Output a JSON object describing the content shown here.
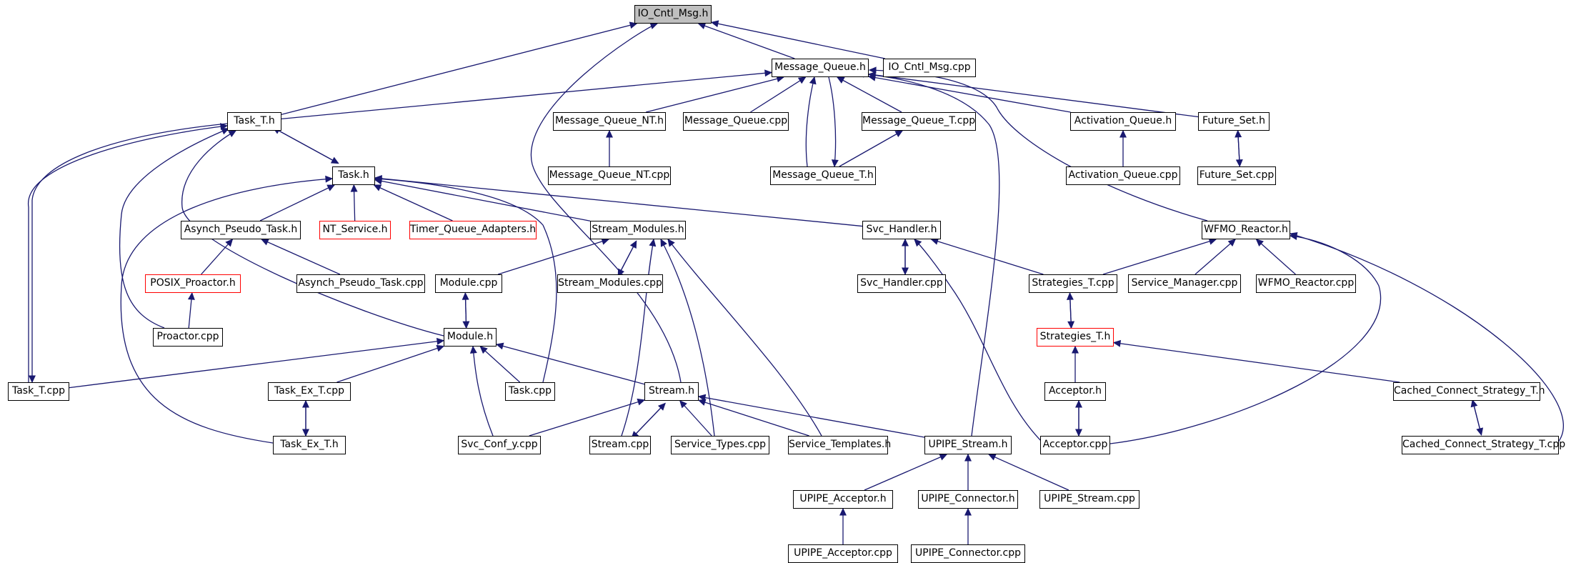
{
  "graph": {
    "nodes": [
      {
        "id": "io_cntl_msg_h",
        "label": "IO_Cntl_Msg.h",
        "kind": "focus"
      },
      {
        "id": "io_cntl_msg_cpp",
        "label": "IO_Cntl_Msg.cpp"
      },
      {
        "id": "message_queue_h",
        "label": "Message_Queue.h"
      },
      {
        "id": "task_t_h",
        "label": "Task_T.h"
      },
      {
        "id": "message_queue_nt_h",
        "label": "Message_Queue_NT.h"
      },
      {
        "id": "message_queue_cpp",
        "label": "Message_Queue.cpp"
      },
      {
        "id": "message_queue_t_cpp",
        "label": "Message_Queue_T.cpp"
      },
      {
        "id": "activation_queue_h",
        "label": "Activation_Queue.h"
      },
      {
        "id": "future_set_h",
        "label": "Future_Set.h"
      },
      {
        "id": "task_h",
        "label": "Task.h"
      },
      {
        "id": "message_queue_nt_cpp",
        "label": "Message_Queue_NT.cpp"
      },
      {
        "id": "message_queue_t_h",
        "label": "Message_Queue_T.h"
      },
      {
        "id": "activation_queue_cpp",
        "label": "Activation_Queue.cpp"
      },
      {
        "id": "future_set_cpp",
        "label": "Future_Set.cpp"
      },
      {
        "id": "asynch_pseudo_task_h",
        "label": "Asynch_Pseudo_Task.h"
      },
      {
        "id": "nt_service_h",
        "label": "NT_Service.h",
        "kind": "truncated"
      },
      {
        "id": "timer_queue_adapters_h",
        "label": "Timer_Queue_Adapters.h",
        "kind": "truncated"
      },
      {
        "id": "stream_modules_h",
        "label": "Stream_Modules.h"
      },
      {
        "id": "svc_handler_h",
        "label": "Svc_Handler.h"
      },
      {
        "id": "wfmo_reactor_h",
        "label": "WFMO_Reactor.h"
      },
      {
        "id": "posix_proactor_h",
        "label": "POSIX_Proactor.h",
        "kind": "truncated"
      },
      {
        "id": "asynch_pseudo_task_cpp",
        "label": "Asynch_Pseudo_Task.cpp"
      },
      {
        "id": "module_cpp",
        "label": "Module.cpp"
      },
      {
        "id": "stream_modules_cpp",
        "label": "Stream_Modules.cpp"
      },
      {
        "id": "svc_handler_cpp",
        "label": "Svc_Handler.cpp"
      },
      {
        "id": "strategies_t_cpp",
        "label": "Strategies_T.cpp"
      },
      {
        "id": "service_manager_cpp",
        "label": "Service_Manager.cpp"
      },
      {
        "id": "wfmo_reactor_cpp",
        "label": "WFMO_Reactor.cpp"
      },
      {
        "id": "proactor_cpp",
        "label": "Proactor.cpp"
      },
      {
        "id": "module_h",
        "label": "Module.h"
      },
      {
        "id": "strategies_t_h",
        "label": "Strategies_T.h",
        "kind": "truncated"
      },
      {
        "id": "task_t_cpp",
        "label": "Task_T.cpp"
      },
      {
        "id": "task_ex_t_cpp",
        "label": "Task_Ex_T.cpp"
      },
      {
        "id": "task_cpp",
        "label": "Task.cpp"
      },
      {
        "id": "stream_h",
        "label": "Stream.h"
      },
      {
        "id": "acceptor_h",
        "label": "Acceptor.h"
      },
      {
        "id": "cached_connect_strategy_t_h",
        "label": "Cached_Connect_Strategy_T.h"
      },
      {
        "id": "task_ex_t_h",
        "label": "Task_Ex_T.h"
      },
      {
        "id": "svc_conf_y_cpp",
        "label": "Svc_Conf_y.cpp"
      },
      {
        "id": "stream_cpp",
        "label": "Stream.cpp"
      },
      {
        "id": "service_types_cpp",
        "label": "Service_Types.cpp"
      },
      {
        "id": "service_templates_h",
        "label": "Service_Templates.h"
      },
      {
        "id": "upipe_stream_h",
        "label": "UPIPE_Stream.h"
      },
      {
        "id": "acceptor_cpp",
        "label": "Acceptor.cpp"
      },
      {
        "id": "cached_connect_strategy_t_cpp",
        "label": "Cached_Connect_Strategy_T.cpp"
      },
      {
        "id": "upipe_acceptor_h",
        "label": "UPIPE_Acceptor.h"
      },
      {
        "id": "upipe_connector_h",
        "label": "UPIPE_Connector.h"
      },
      {
        "id": "upipe_stream_cpp",
        "label": "UPIPE_Stream.cpp"
      },
      {
        "id": "upipe_acceptor_cpp",
        "label": "UPIPE_Acceptor.cpp"
      },
      {
        "id": "upipe_connector_cpp",
        "label": "UPIPE_Connector.cpp"
      }
    ],
    "edges": [
      {
        "from": "io_cntl_msg_cpp",
        "to": "io_cntl_msg_h"
      },
      {
        "from": "message_queue_h",
        "to": "io_cntl_msg_h"
      },
      {
        "from": "task_t_h",
        "to": "io_cntl_msg_h"
      },
      {
        "from": "stream_h",
        "to": "io_cntl_msg_h"
      },
      {
        "from": "task_t_h",
        "to": "message_queue_h"
      },
      {
        "from": "message_queue_nt_h",
        "to": "message_queue_h"
      },
      {
        "from": "message_queue_cpp",
        "to": "message_queue_h"
      },
      {
        "from": "message_queue_t_h",
        "to": "message_queue_h"
      },
      {
        "from": "message_queue_h",
        "to": "message_queue_t_h"
      },
      {
        "from": "message_queue_t_cpp",
        "to": "message_queue_h"
      },
      {
        "from": "activation_queue_h",
        "to": "message_queue_h"
      },
      {
        "from": "future_set_h",
        "to": "message_queue_h"
      },
      {
        "from": "wfmo_reactor_h",
        "to": "message_queue_h"
      },
      {
        "from": "upipe_stream_h",
        "to": "message_queue_h"
      },
      {
        "from": "message_queue_nt_cpp",
        "to": "message_queue_nt_h"
      },
      {
        "from": "message_queue_t_h",
        "to": "message_queue_t_cpp"
      },
      {
        "from": "activation_queue_cpp",
        "to": "activation_queue_h"
      },
      {
        "from": "future_set_cpp",
        "to": "future_set_h"
      },
      {
        "from": "future_set_h",
        "to": "future_set_cpp"
      },
      {
        "from": "task_h",
        "to": "task_t_h"
      },
      {
        "from": "task_t_h",
        "to": "task_h"
      },
      {
        "from": "task_t_cpp",
        "to": "task_t_h"
      },
      {
        "from": "task_t_h",
        "to": "task_t_cpp"
      },
      {
        "from": "module_h",
        "to": "task_t_h"
      },
      {
        "from": "proactor_cpp",
        "to": "task_t_h"
      },
      {
        "from": "asynch_pseudo_task_h",
        "to": "task_h"
      },
      {
        "from": "nt_service_h",
        "to": "task_h"
      },
      {
        "from": "timer_queue_adapters_h",
        "to": "task_h"
      },
      {
        "from": "stream_modules_h",
        "to": "task_h"
      },
      {
        "from": "svc_handler_h",
        "to": "task_h"
      },
      {
        "from": "task_ex_t_h",
        "to": "task_h"
      },
      {
        "from": "task_cpp",
        "to": "task_h"
      },
      {
        "from": "posix_proactor_h",
        "to": "asynch_pseudo_task_h"
      },
      {
        "from": "asynch_pseudo_task_cpp",
        "to": "asynch_pseudo_task_h"
      },
      {
        "from": "proactor_cpp",
        "to": "posix_proactor_h"
      },
      {
        "from": "module_cpp",
        "to": "stream_modules_h"
      },
      {
        "from": "stream_modules_cpp",
        "to": "stream_modules_h"
      },
      {
        "from": "stream_modules_h",
        "to": "stream_modules_cpp"
      },
      {
        "from": "stream_cpp",
        "to": "stream_modules_h"
      },
      {
        "from": "service_types_cpp",
        "to": "stream_modules_h"
      },
      {
        "from": "service_templates_h",
        "to": "stream_modules_h"
      },
      {
        "from": "svc_handler_cpp",
        "to": "svc_handler_h"
      },
      {
        "from": "svc_handler_h",
        "to": "svc_handler_cpp"
      },
      {
        "from": "strategies_t_cpp",
        "to": "svc_handler_h"
      },
      {
        "from": "acceptor_cpp",
        "to": "svc_handler_h"
      },
      {
        "from": "strategies_t_cpp",
        "to": "wfmo_reactor_h"
      },
      {
        "from": "service_manager_cpp",
        "to": "wfmo_reactor_h"
      },
      {
        "from": "wfmo_reactor_cpp",
        "to": "wfmo_reactor_h"
      },
      {
        "from": "acceptor_cpp",
        "to": "wfmo_reactor_h"
      },
      {
        "from": "cached_connect_strategy_t_cpp",
        "to": "wfmo_reactor_h"
      },
      {
        "from": "strategies_t_h",
        "to": "strategies_t_cpp"
      },
      {
        "from": "strategies_t_cpp",
        "to": "strategies_t_h"
      },
      {
        "from": "module_h",
        "to": "module_cpp"
      },
      {
        "from": "module_cpp",
        "to": "module_h"
      },
      {
        "from": "task_t_cpp",
        "to": "module_h"
      },
      {
        "from": "task_ex_t_cpp",
        "to": "module_h"
      },
      {
        "from": "task_cpp",
        "to": "module_h"
      },
      {
        "from": "stream_h",
        "to": "module_h"
      },
      {
        "from": "svc_conf_y_cpp",
        "to": "module_h"
      },
      {
        "from": "acceptor_h",
        "to": "strategies_t_h"
      },
      {
        "from": "cached_connect_strategy_t_h",
        "to": "strategies_t_h"
      },
      {
        "from": "task_ex_t_h",
        "to": "task_ex_t_cpp"
      },
      {
        "from": "task_ex_t_cpp",
        "to": "task_ex_t_h"
      },
      {
        "from": "svc_conf_y_cpp",
        "to": "stream_h"
      },
      {
        "from": "stream_cpp",
        "to": "stream_h"
      },
      {
        "from": "stream_h",
        "to": "stream_cpp"
      },
      {
        "from": "service_types_cpp",
        "to": "stream_h"
      },
      {
        "from": "service_templates_h",
        "to": "stream_h"
      },
      {
        "from": "upipe_stream_h",
        "to": "stream_h"
      },
      {
        "from": "acceptor_cpp",
        "to": "acceptor_h"
      },
      {
        "from": "acceptor_h",
        "to": "acceptor_cpp"
      },
      {
        "from": "cached_connect_strategy_t_cpp",
        "to": "cached_connect_strategy_t_h"
      },
      {
        "from": "cached_connect_strategy_t_h",
        "to": "cached_connect_strategy_t_cpp"
      },
      {
        "from": "upipe_acceptor_h",
        "to": "upipe_stream_h"
      },
      {
        "from": "upipe_connector_h",
        "to": "upipe_stream_h"
      },
      {
        "from": "upipe_stream_cpp",
        "to": "upipe_stream_h"
      },
      {
        "from": "upipe_acceptor_cpp",
        "to": "upipe_acceptor_h"
      },
      {
        "from": "upipe_connector_cpp",
        "to": "upipe_connector_h"
      }
    ]
  }
}
